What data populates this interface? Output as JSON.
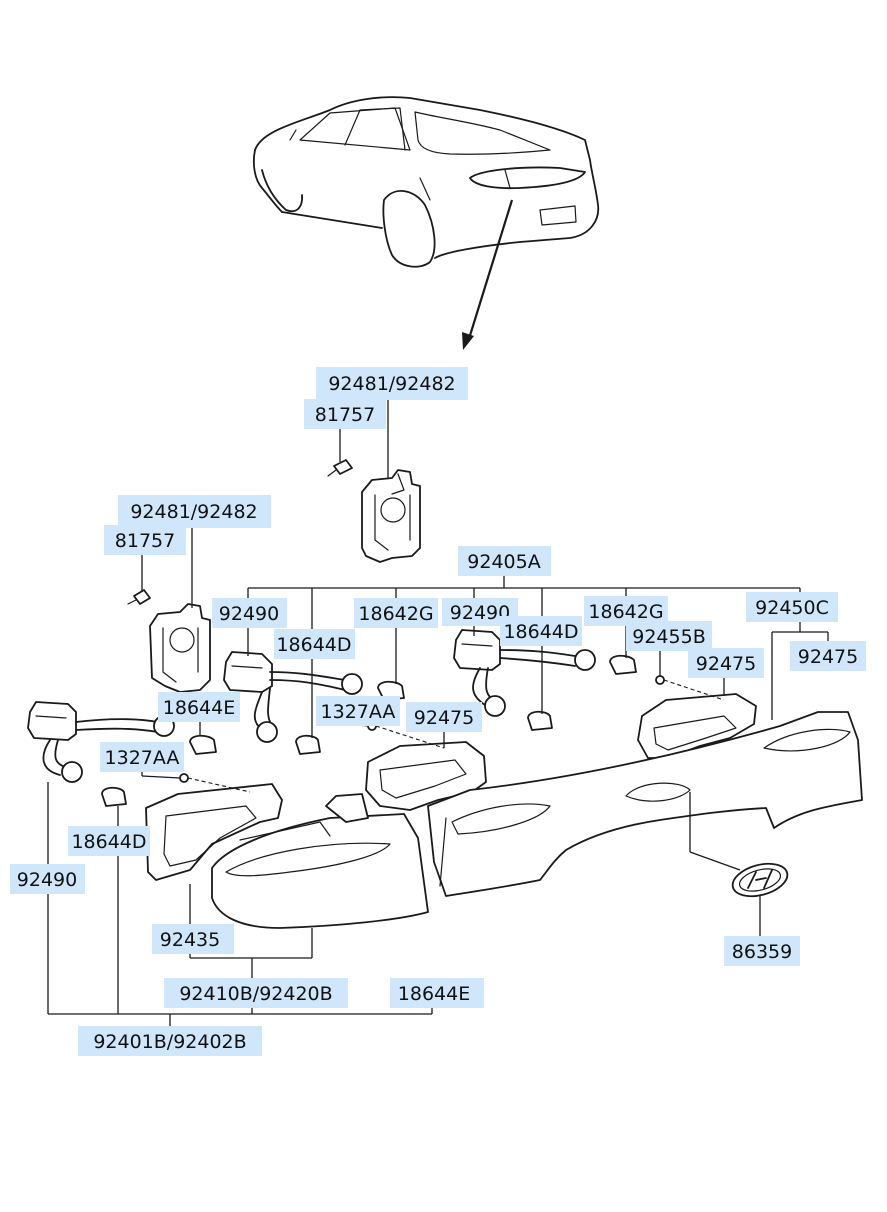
{
  "labels": {
    "l1": "92481/92482",
    "l2": "81757",
    "l3": "92481/92482",
    "l4": "81757",
    "l5": "92405A",
    "l6": "92490",
    "l7": "18644D",
    "l8": "18642G",
    "l9": "92490",
    "l10": "18644D",
    "l11": "18642G",
    "l12": "92450C",
    "l13": "92455B",
    "l14": "92475",
    "l15": "92475",
    "l16": "18644E",
    "l17": "1327AA",
    "l18": "92475",
    "l19": "1327AA",
    "l20": "18644D",
    "l21": "92490",
    "l22": "92435",
    "l23": "92410B/92420B",
    "l24": "18644E",
    "l25": "92401B/92402B",
    "l26": "86359"
  }
}
